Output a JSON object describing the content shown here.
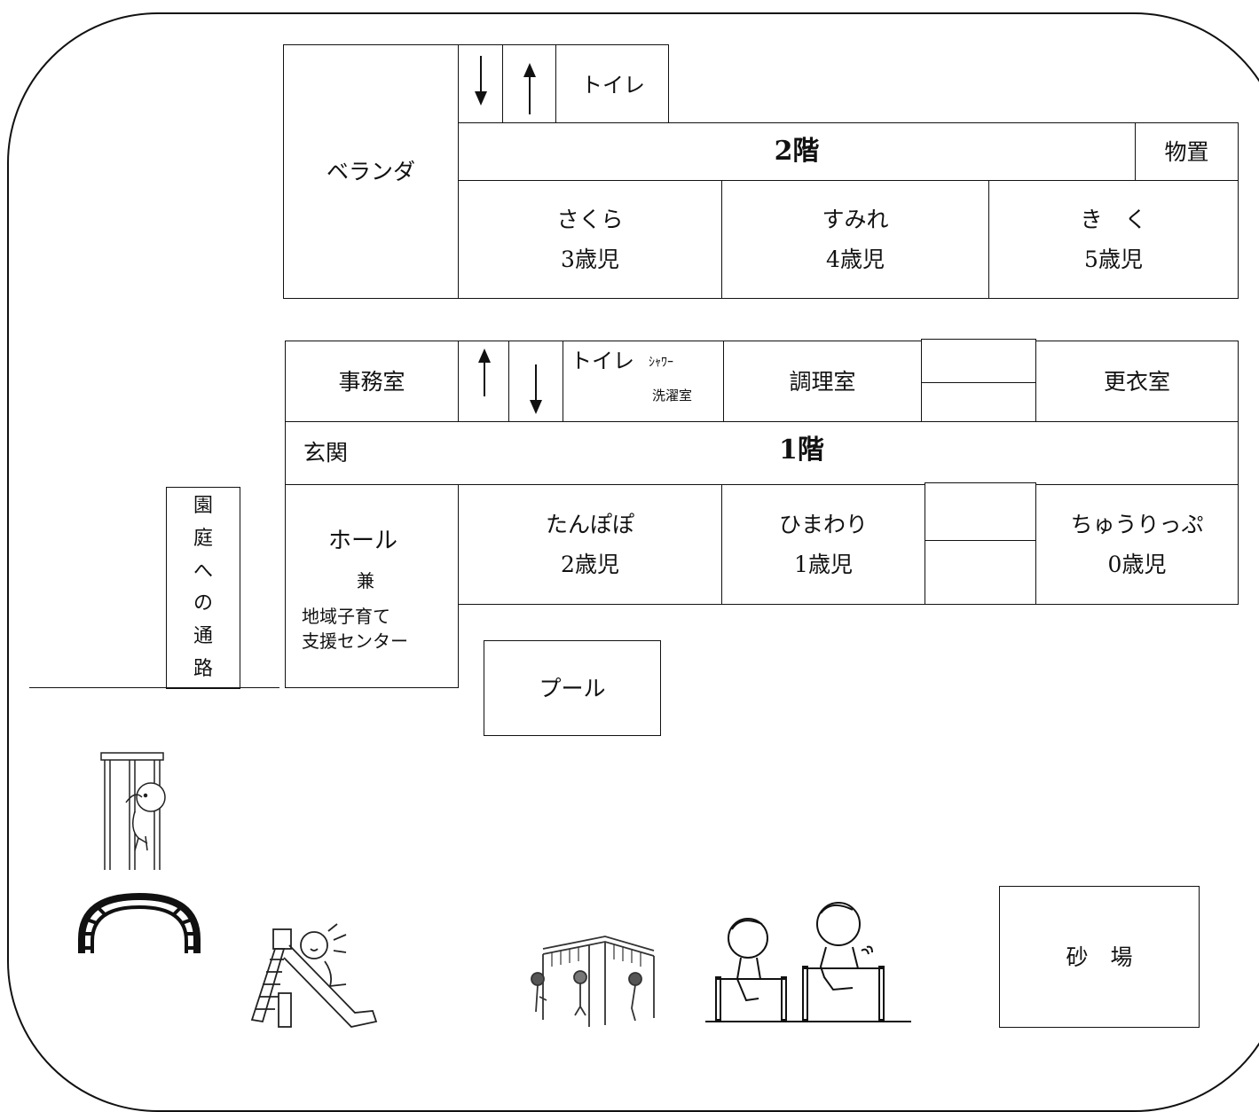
{
  "floor2": {
    "veranda": "ベランダ",
    "toilet": "トイレ",
    "title": "2階",
    "storage": "物置",
    "rooms": [
      {
        "name": "さくら",
        "age": "3歳児"
      },
      {
        "name": "すみれ",
        "age": "4歳児"
      },
      {
        "name": "き　く",
        "age": "5歳児"
      }
    ]
  },
  "floor1": {
    "office": "事務室",
    "toilet": "トイレ",
    "shower": "ｼｬﾜｰ",
    "laundry": "洗濯室",
    "kitchen": "調理室",
    "changing": "更衣室",
    "entrance": "玄関",
    "title": "1階",
    "hall": "ホール",
    "hall_and": "兼",
    "hall_line1": "地域子育て",
    "hall_line2": "支援センター",
    "rooms": [
      {
        "name": "たんぽぽ",
        "age": "2歳児"
      },
      {
        "name": "ひまわり",
        "age": "1歳児"
      },
      {
        "name": "ちゅうりっぷ",
        "age": "0歳児"
      }
    ]
  },
  "yard": {
    "path_chars": [
      "園",
      "庭",
      "へ",
      "の",
      "通",
      "路"
    ],
    "pool": "プール",
    "sandbox": "砂　場"
  },
  "icons": [
    "arrow-down-icon",
    "arrow-up-icon",
    "climbing-pole-icon",
    "arch-ladder-icon",
    "slide-icon",
    "jungle-gym-icon",
    "iron-bar-icon"
  ]
}
